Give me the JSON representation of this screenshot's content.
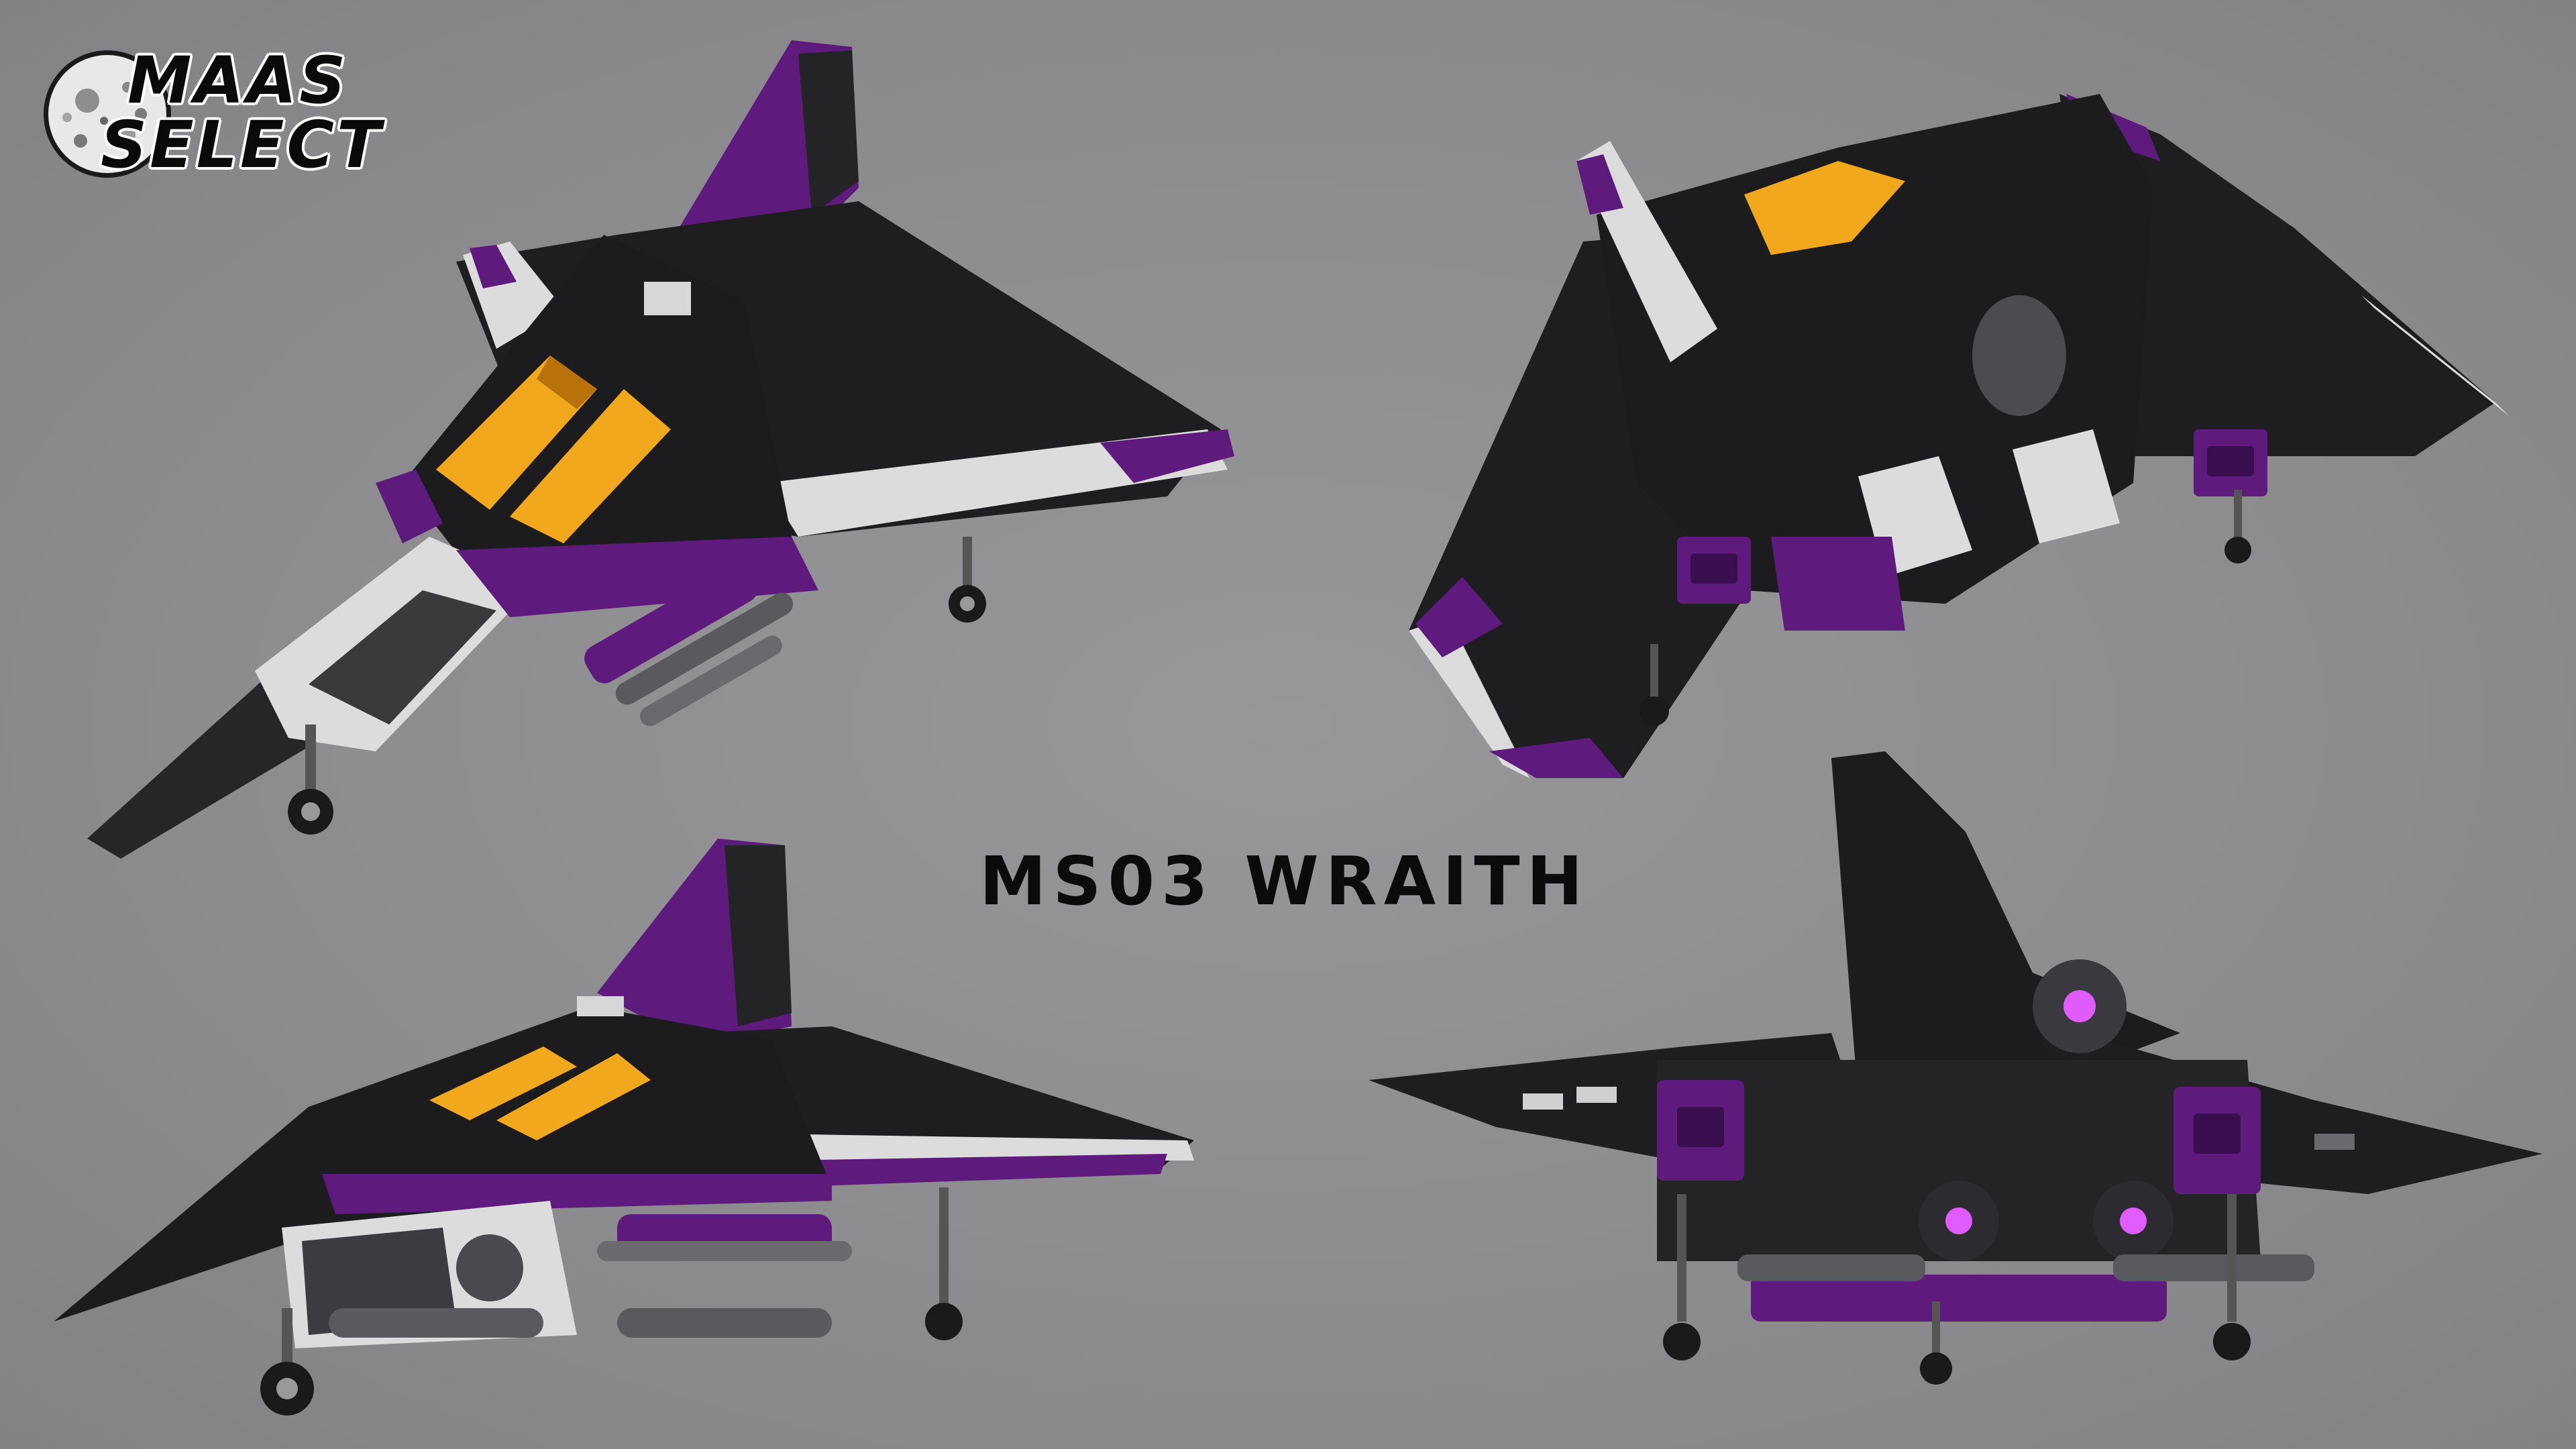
{
  "logo": {
    "line1": "MAAS",
    "line2": "SELECT"
  },
  "title": "MS03 WRAITH",
  "colors": {
    "background": "#8d8d8f",
    "hull": "#1c1c1e",
    "hull_panel": "#2a2a2d",
    "purple": "#5e1a7d",
    "purple_light": "#8a2db0",
    "white_trim": "#dcdcdc",
    "canopy": "#f2a81d",
    "canopy_dark": "#b87209",
    "gray_part": "#6a6a6e",
    "thruster_glow": "#e05cff"
  }
}
